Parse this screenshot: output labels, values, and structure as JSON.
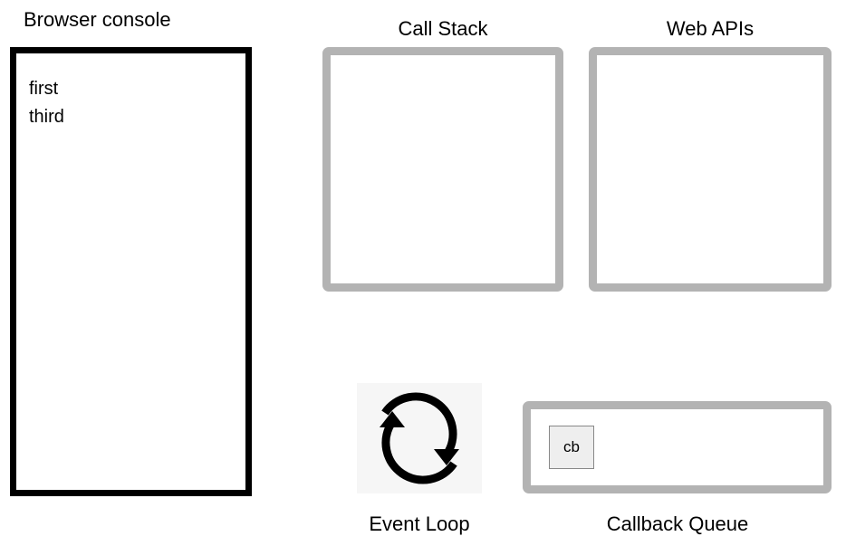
{
  "console": {
    "title": "Browser console",
    "lines": [
      "first",
      "third"
    ]
  },
  "call_stack": {
    "title": "Call Stack",
    "frames": []
  },
  "web_apis": {
    "title": "Web APIs",
    "items": []
  },
  "event_loop": {
    "label": "Event Loop",
    "icon": "circular-arrows-icon"
  },
  "callback_queue": {
    "label": "Callback Queue",
    "items": [
      {
        "label": "cb"
      }
    ]
  },
  "colors": {
    "panel_border": "#b3b3b3",
    "console_border": "#000000",
    "queue_item_bg": "#eeeeee",
    "queue_item_border": "#888888",
    "event_loop_bg": "#f6f6f6",
    "text": "#000000",
    "page_bg": "#ffffff"
  }
}
